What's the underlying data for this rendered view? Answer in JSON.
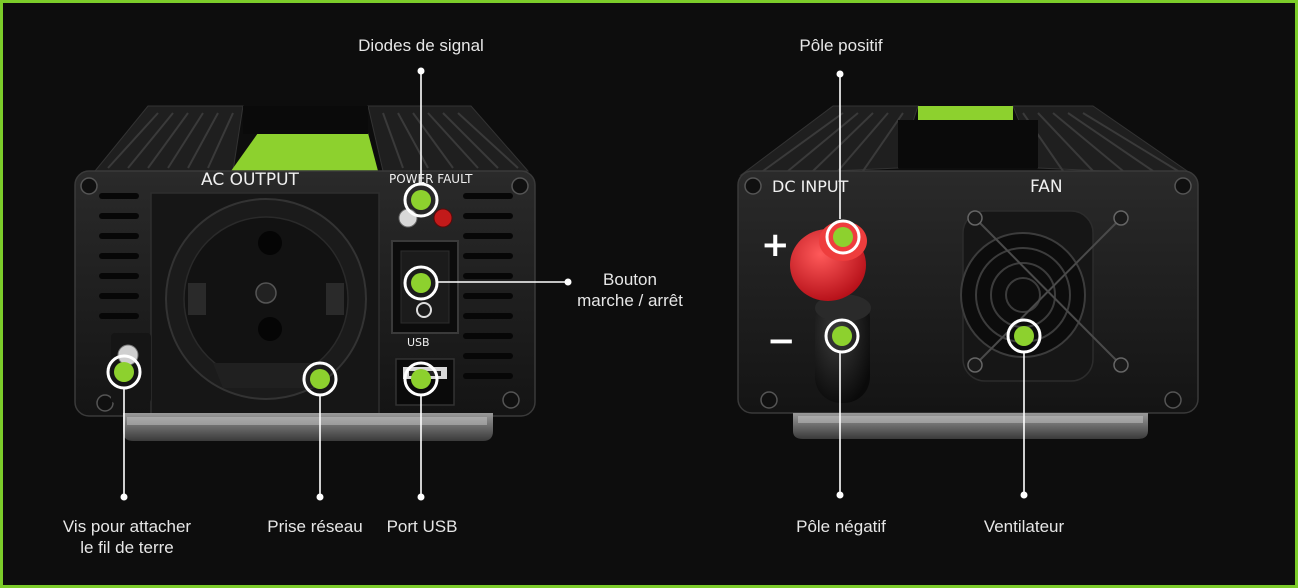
{
  "colors": {
    "accent": "#8dd12e",
    "border": "#7ccc2a",
    "background": "#0d0d0d",
    "positive_terminal": "#e0202a",
    "negative_terminal": "#151515"
  },
  "front_panel": {
    "ac_output": "AC OUTPUT",
    "power_fault": "POWER FAULT",
    "usb": "USB"
  },
  "rear_panel": {
    "dc_input": "DC INPUT",
    "fan": "FAN",
    "plus": "+",
    "minus": "−"
  },
  "labels": {
    "signal_diodes": "Diodes de signal",
    "power_button_line1": "Bouton",
    "power_button_line2": "marche / arrêt",
    "ground_screw_line1": "Vis pour attacher",
    "ground_screw_line2": "le fil de terre",
    "socket": "Prise réseau",
    "usb_port": "Port USB",
    "positive_pole": "Pôle positif",
    "negative_pole": "Pôle négatif",
    "fan": "Ventilateur"
  },
  "icons": [
    "socket-icon",
    "fan-icon",
    "screw-icon",
    "led-icon",
    "rocker-switch-icon",
    "usb-port-icon",
    "terminal-icon"
  ]
}
